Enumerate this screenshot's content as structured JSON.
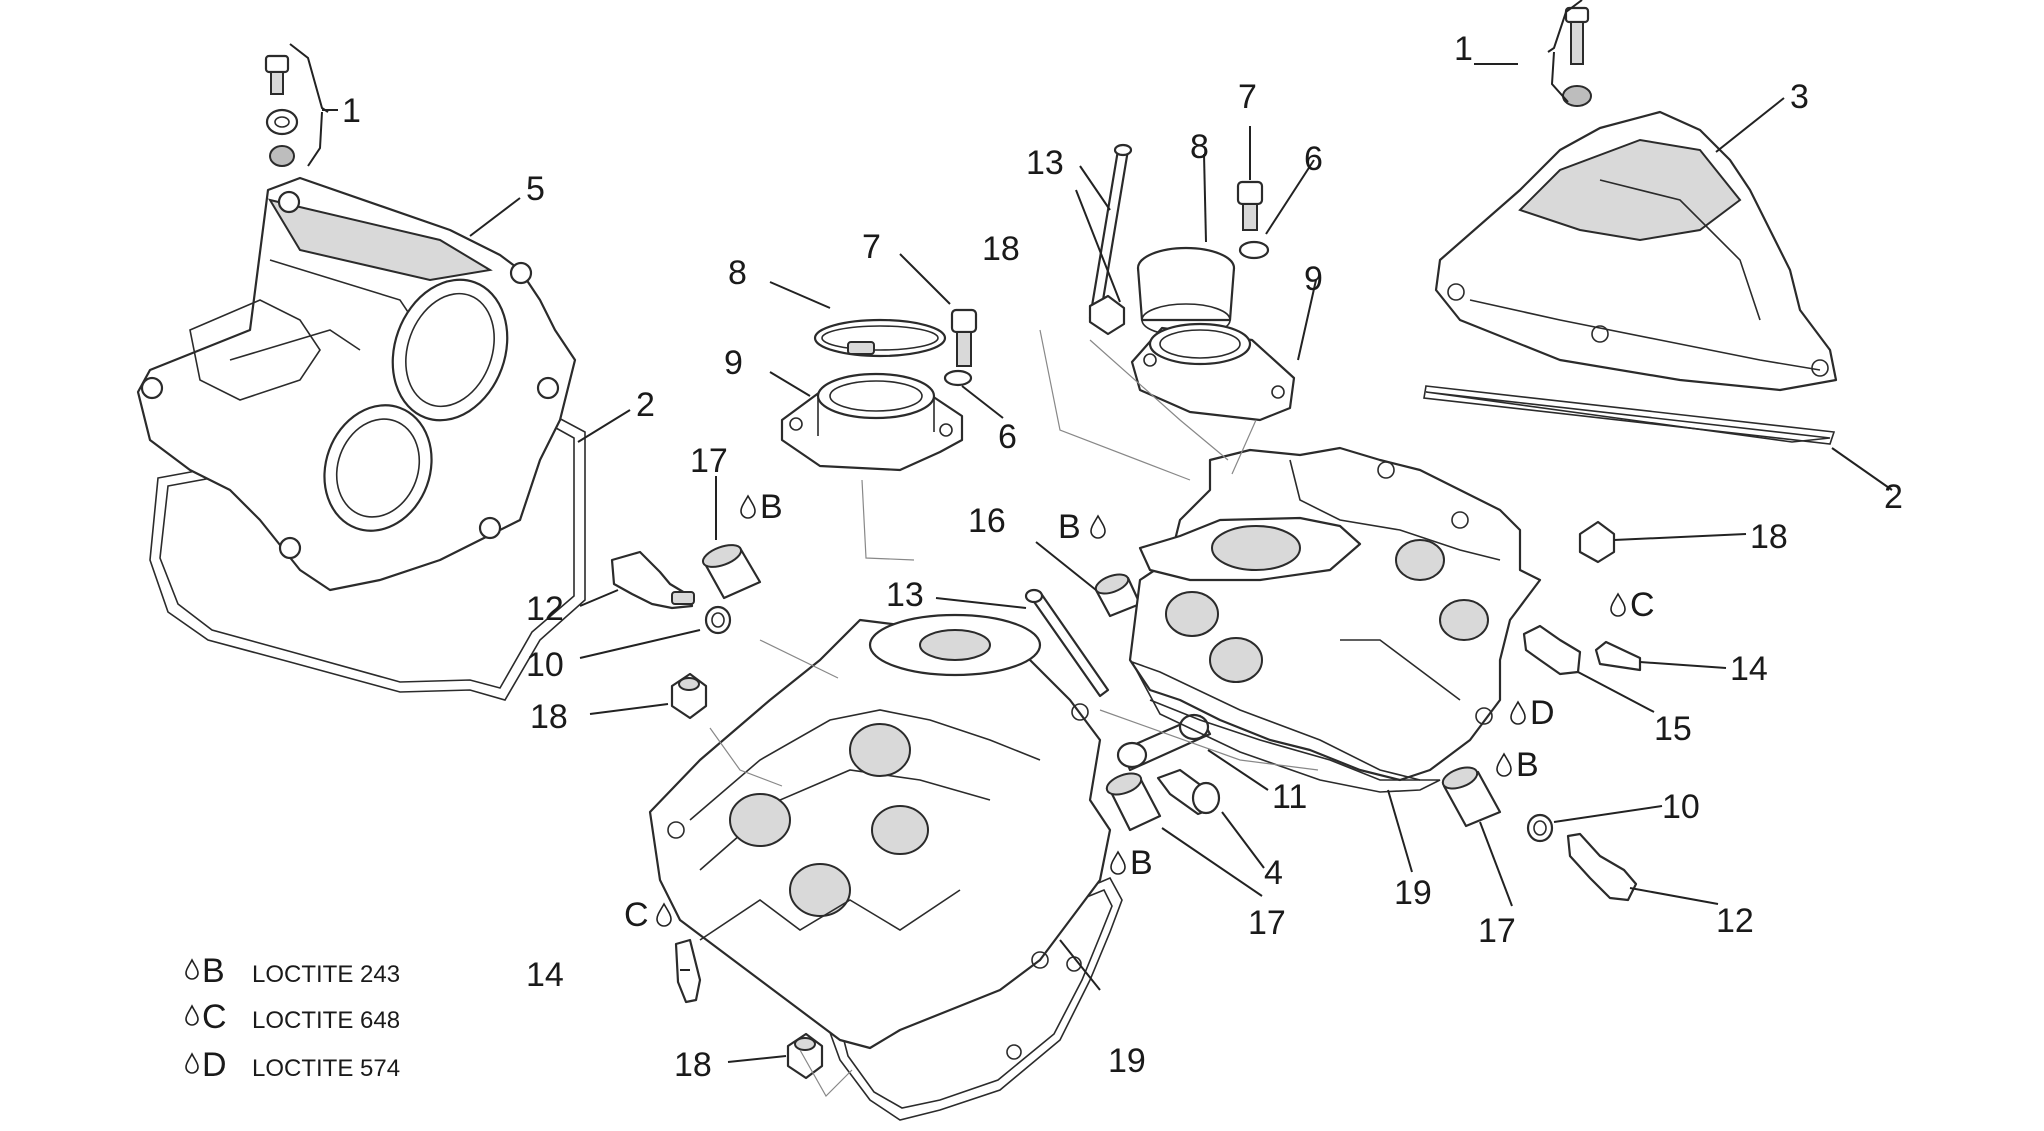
{
  "callouts": [
    {
      "id": "c1a",
      "text": "1"
    },
    {
      "id": "c5",
      "text": "5"
    },
    {
      "id": "c2a",
      "text": "2"
    },
    {
      "id": "c8a",
      "text": "8"
    },
    {
      "id": "c7a",
      "text": "7"
    },
    {
      "id": "c9a",
      "text": "9"
    },
    {
      "id": "c6a",
      "text": "6"
    },
    {
      "id": "c17a",
      "text": "17"
    },
    {
      "id": "c12a",
      "text": "12"
    },
    {
      "id": "c10a",
      "text": "10"
    },
    {
      "id": "c18a",
      "text": "18"
    },
    {
      "id": "c13a",
      "text": "13"
    },
    {
      "id": "c14a",
      "text": "14"
    },
    {
      "id": "c18b",
      "text": "18"
    },
    {
      "id": "c19a",
      "text": "19"
    },
    {
      "id": "c16",
      "text": "16"
    },
    {
      "id": "c11",
      "text": "11"
    },
    {
      "id": "c4",
      "text": "4"
    },
    {
      "id": "c17b",
      "text": "17"
    },
    {
      "id": "c13b",
      "text": "13"
    },
    {
      "id": "c18c",
      "text": "18"
    },
    {
      "id": "c8b",
      "text": "8"
    },
    {
      "id": "c7b",
      "text": "7"
    },
    {
      "id": "c6b",
      "text": "6"
    },
    {
      "id": "c9b",
      "text": "9"
    },
    {
      "id": "c1b",
      "text": "1"
    },
    {
      "id": "c3",
      "text": "3"
    },
    {
      "id": "c2b",
      "text": "2"
    },
    {
      "id": "c18d",
      "text": "18"
    },
    {
      "id": "c14b",
      "text": "14"
    },
    {
      "id": "c15",
      "text": "15"
    },
    {
      "id": "c10b",
      "text": "10"
    },
    {
      "id": "c12b",
      "text": "12"
    },
    {
      "id": "c17c",
      "text": "17"
    },
    {
      "id": "c19b",
      "text": "19"
    }
  ],
  "adhesive_marks": [
    {
      "id": "mB1",
      "letter": "B"
    },
    {
      "id": "mB2",
      "letter": "B"
    },
    {
      "id": "mB3",
      "letter": "B"
    },
    {
      "id": "mB4",
      "letter": "B"
    },
    {
      "id": "mC1",
      "letter": "C"
    },
    {
      "id": "mC2",
      "letter": "C"
    },
    {
      "id": "mD1",
      "letter": "D"
    }
  ],
  "legend": [
    {
      "letter": "B",
      "text": "LOCTITE 243"
    },
    {
      "letter": "C",
      "text": "LOCTITE 648"
    },
    {
      "letter": "D",
      "text": "LOCTITE 574"
    }
  ],
  "icons": {
    "drop": "thread-locker-drop-icon"
  }
}
